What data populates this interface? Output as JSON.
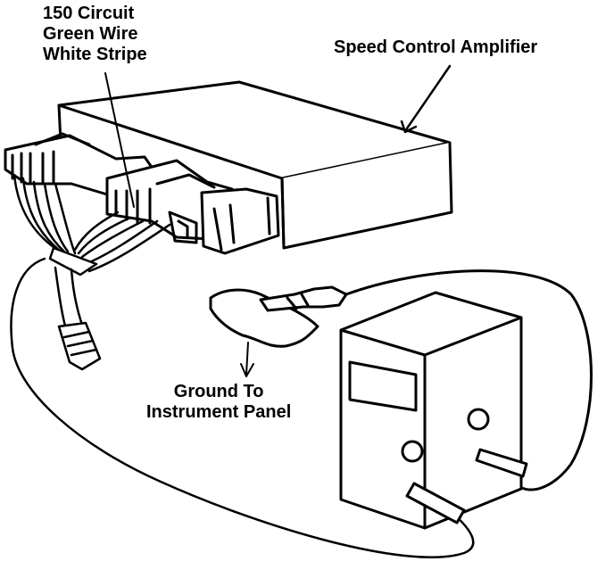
{
  "labels": {
    "wire_line1": "150 Circuit",
    "wire_line2": "Green Wire",
    "wire_line3": "White Stripe",
    "amplifier": "Speed Control Amplifier",
    "ground_line1": "Ground To",
    "ground_line2": "Instrument Panel"
  },
  "colors": {
    "line": "#000000",
    "background": "#ffffff"
  }
}
